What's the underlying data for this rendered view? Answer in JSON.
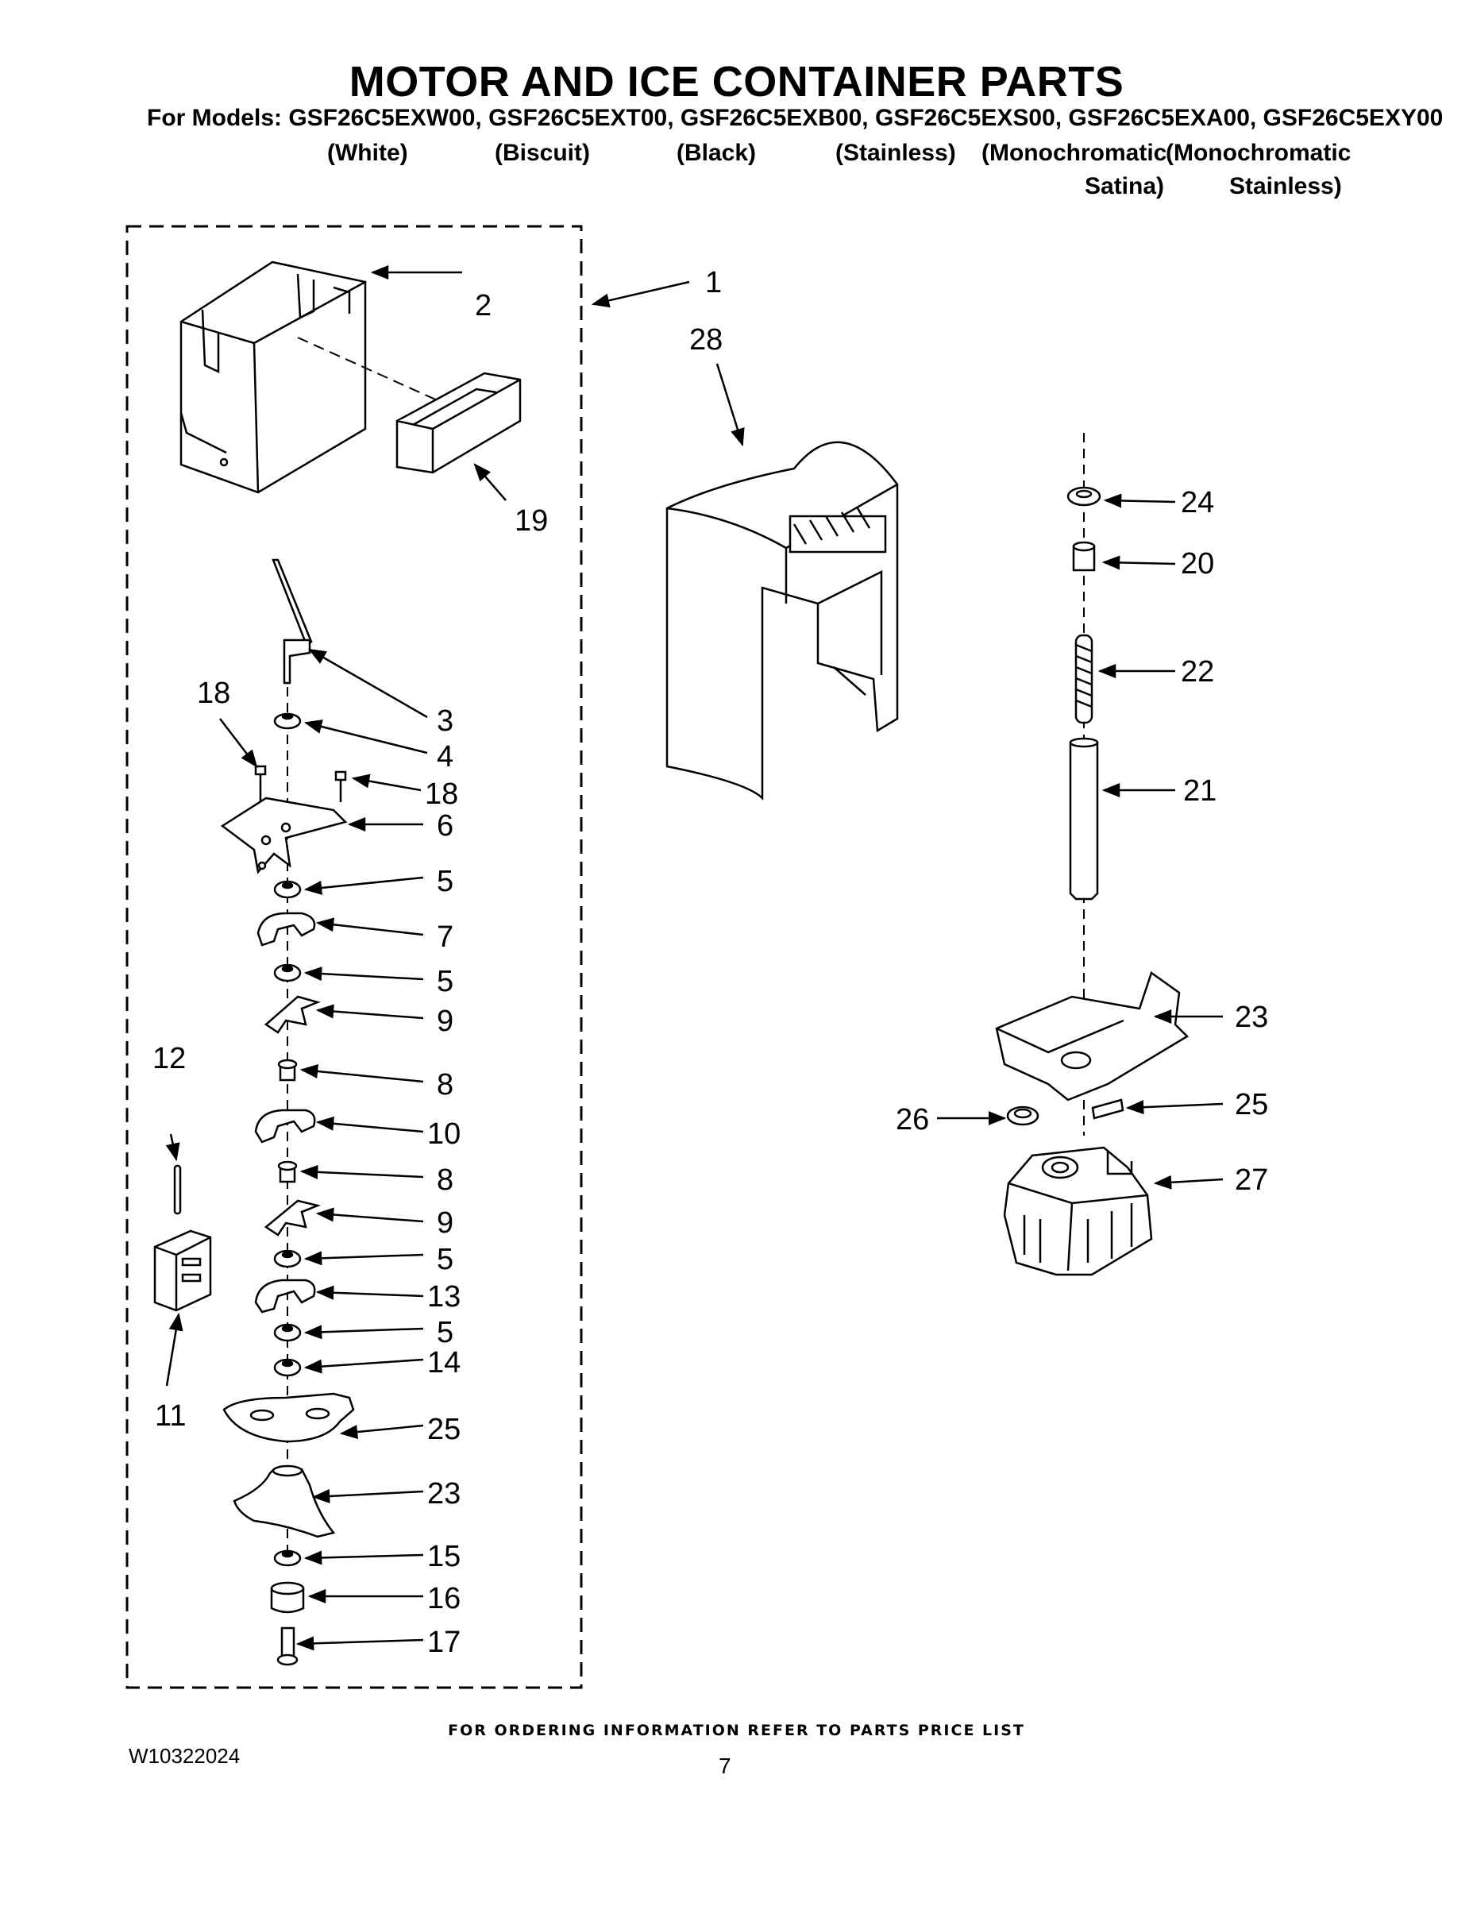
{
  "page": {
    "title": "MOTOR AND ICE CONTAINER PARTS",
    "models_line": "For Models: GSF26C5EXW00, GSF26C5EXT00, GSF26C5EXB00, GSF26C5EXS00, GSF26C5EXA00, GSF26C5EXY00",
    "variants": {
      "white": "(White)",
      "biscuit": "(Biscuit)",
      "black": "(Black)",
      "stainless": "(Stainless)",
      "mono_a_line1": "(Monochromatic",
      "mono_a_line2": "Satina)",
      "mono_b_line1": "(Monochromatic",
      "mono_b_line2": "Stainless)"
    },
    "footer_note": "FOR ORDERING INFORMATION REFER TO PARTS PRICE LIST",
    "doc_number": "W10322024",
    "page_number": "7"
  },
  "callouts": {
    "c1": "1",
    "c2": "2",
    "c19": "19",
    "c28": "28",
    "c3": "3",
    "c18a": "18",
    "c4": "4",
    "c18b": "18",
    "c6": "6",
    "c5a": "5",
    "c7": "7",
    "c5b": "5",
    "c9a": "9",
    "c12": "12",
    "c8a": "8",
    "c10": "10",
    "c8b": "8",
    "c9b": "9",
    "c5c": "5",
    "c13": "13",
    "c5d": "5",
    "c14": "14",
    "c11": "11",
    "c25a": "25",
    "c23a": "23",
    "c15": "15",
    "c16": "16",
    "c17": "17",
    "c24": "24",
    "c20": "20",
    "c22": "22",
    "c21": "21",
    "c23b": "23",
    "c25b": "25",
    "c26": "26",
    "c27": "27"
  }
}
